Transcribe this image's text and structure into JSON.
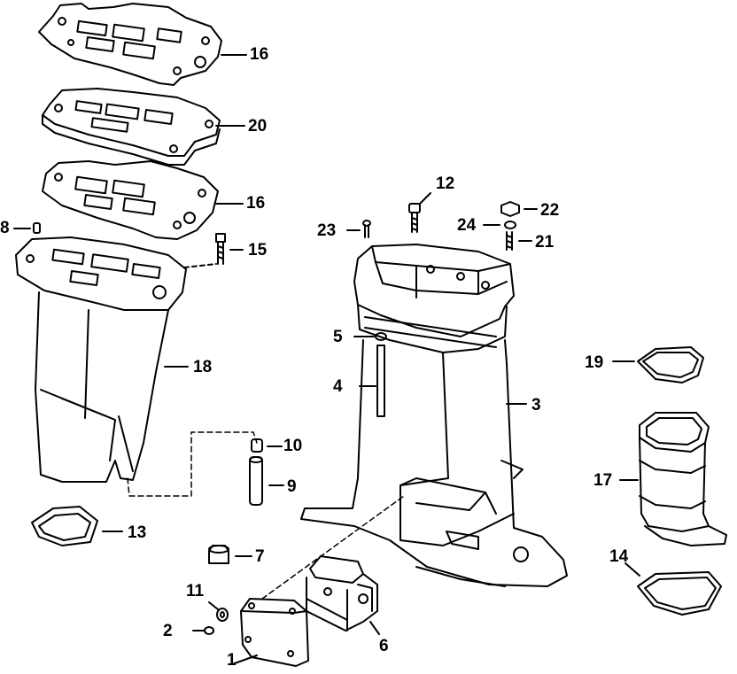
{
  "labels": {
    "n1": "1",
    "n2": "2",
    "n3": "3",
    "n4": "4",
    "n5": "5",
    "n6": "6",
    "n7": "7",
    "n8": "8",
    "n9": "9",
    "n10": "10",
    "n11": "11",
    "n12": "12",
    "n13": "13",
    "n14": "14",
    "n15": "15",
    "n16a": "16",
    "n16b": "16",
    "n17": "17",
    "n18": "18",
    "n19": "19",
    "n20": "20",
    "n21": "21",
    "n22": "22",
    "n23": "23",
    "n24": "24"
  }
}
